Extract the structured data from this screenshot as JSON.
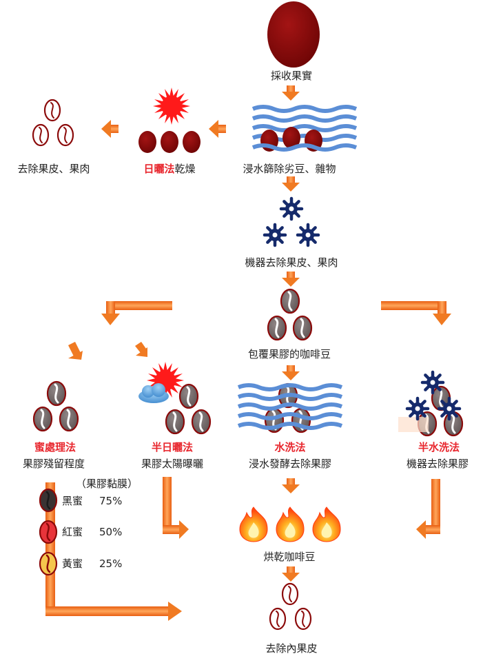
{
  "steps": {
    "harvest": "採收果實",
    "soak": "浸水篩除劣豆、雜物",
    "machine_pulp": "機器去除果皮、果肉",
    "mucilage_beans": "包覆果膠的咖啡豆",
    "dry_beans": "烘乾咖啡豆",
    "remove_parchment": "去除內果皮",
    "remove_skin_pulp": "去除果皮、果肉"
  },
  "natural": {
    "method": "日曬法",
    "suffix": "乾燥"
  },
  "honey": {
    "method": "蜜處理法",
    "desc": "果膠殘留程度",
    "note": "（果膠黏膜）"
  },
  "semi_sun": {
    "method": "半日曬法",
    "desc": "果膠太陽曝曬"
  },
  "washed": {
    "method": "水洗法",
    "desc": "浸水發酵去除果膠"
  },
  "semi_washed": {
    "method": "半水洗法",
    "desc": "機器去除果膠"
  },
  "honey_grades": [
    {
      "name": "黑蜜",
      "pct": "75%",
      "color": "#3a3333"
    },
    {
      "name": "紅蜜",
      "pct": "50%",
      "color": "#e8343a"
    },
    {
      "name": "黃蜜",
      "pct": "25%",
      "color": "#f5c64d"
    }
  ],
  "colors": {
    "cherry": "#8b0a0a",
    "bean_gray": "#7a7070",
    "arrow_orange": "#f07a22",
    "water_blue": "#5b8ed6",
    "gear_navy": "#152a6b",
    "sun_red": "#ff1a1a",
    "method_red": "#e8262d"
  }
}
